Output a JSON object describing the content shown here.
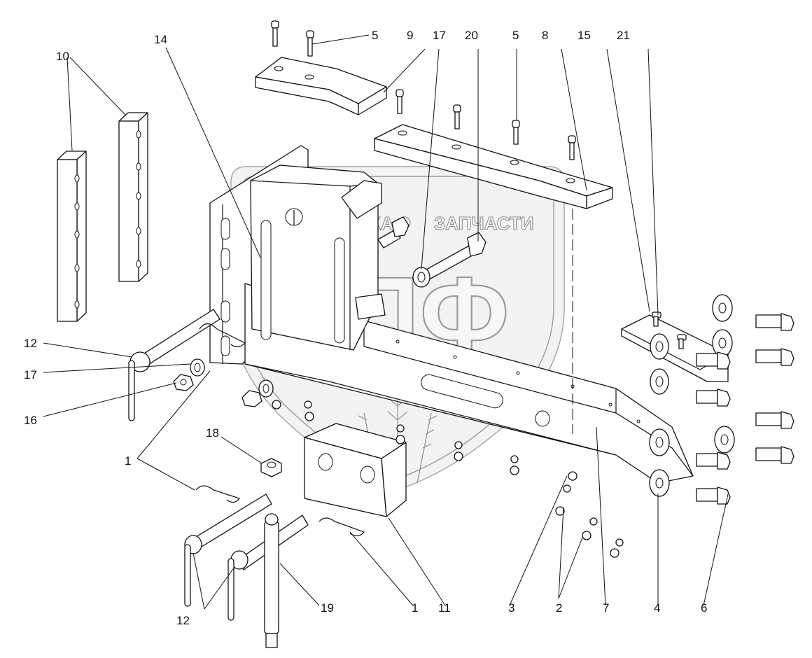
{
  "diagram": {
    "type": "exploded-parts-view",
    "watermark": {
      "top_text_left": "ТЕХНИКА",
      "top_text_right": "ЗАПЧАСТИ",
      "logo_letters": "ЭПФ"
    },
    "callouts": [
      {
        "id": "c10",
        "label": "10",
        "part": "spacer plates"
      },
      {
        "id": "c14",
        "label": "14",
        "part": "slotted bracket"
      },
      {
        "id": "c5a",
        "label": "5",
        "part": "cap screw"
      },
      {
        "id": "c9",
        "label": "9",
        "part": "top pad"
      },
      {
        "id": "c17a",
        "label": "17",
        "part": "washer"
      },
      {
        "id": "c20",
        "label": "20",
        "part": "long bolt"
      },
      {
        "id": "c5b",
        "label": "5",
        "part": "cap screw"
      },
      {
        "id": "c8",
        "label": "8",
        "part": "long pad"
      },
      {
        "id": "c15",
        "label": "15",
        "part": "bracket"
      },
      {
        "id": "c21",
        "label": "21",
        "part": "screw"
      },
      {
        "id": "c12a",
        "label": "12",
        "part": "pin"
      },
      {
        "id": "c17b",
        "label": "17",
        "part": "washer"
      },
      {
        "id": "c16",
        "label": "16",
        "part": "nut"
      },
      {
        "id": "c1a",
        "label": "1",
        "part": "spring clip"
      },
      {
        "id": "c18",
        "label": "18",
        "part": "hex nut"
      },
      {
        "id": "c12b",
        "label": "12",
        "part": "pins"
      },
      {
        "id": "c19",
        "label": "19",
        "part": "T-pin"
      },
      {
        "id": "c1b",
        "label": "1",
        "part": "spring clip"
      },
      {
        "id": "c11",
        "label": "11",
        "part": "block"
      },
      {
        "id": "c3",
        "label": "3",
        "part": "washer"
      },
      {
        "id": "c2",
        "label": "2",
        "part": "nuts"
      },
      {
        "id": "c7",
        "label": "7",
        "part": "beam"
      },
      {
        "id": "c4",
        "label": "4",
        "part": "washers"
      },
      {
        "id": "c6",
        "label": "6",
        "part": "bolts"
      }
    ]
  }
}
